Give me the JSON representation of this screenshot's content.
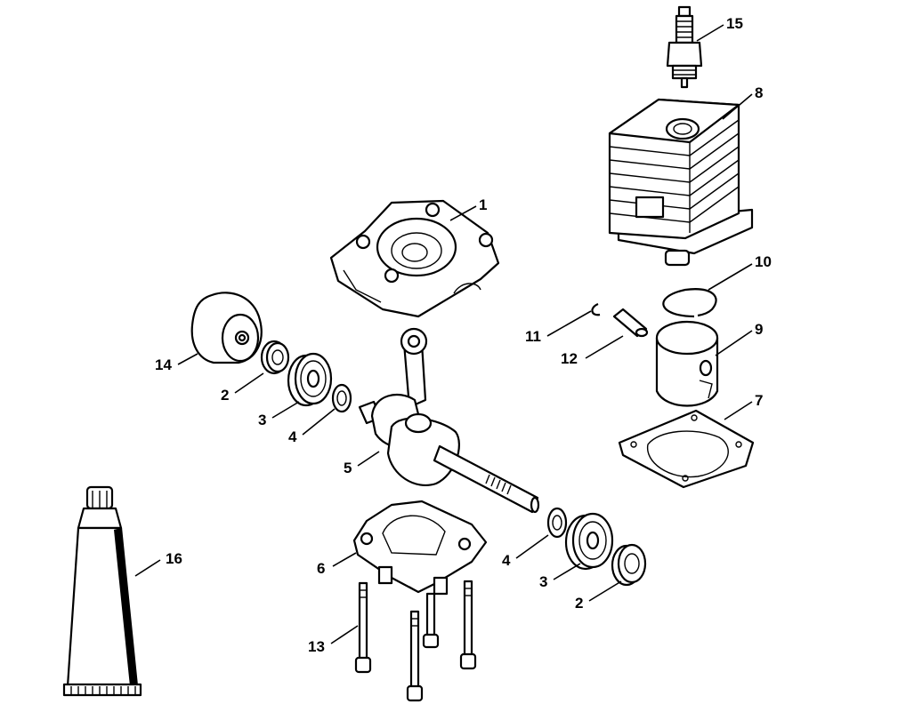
{
  "labels": {
    "crankcase_half_top": "1",
    "seal_left": "2",
    "bearing_left": "3",
    "washer_left": "4",
    "crankshaft": "5",
    "crankcase_half_bottom": "6",
    "gasket": "7",
    "cylinder": "8",
    "piston": "9",
    "piston_ring": "10",
    "circlip": "11",
    "piston_pin": "12",
    "screw": "13",
    "flywheel_cover": "14",
    "spark_plug": "15",
    "grease_tube": "16",
    "washer_right": "4",
    "bearing_right": "3",
    "seal_right": "2"
  }
}
